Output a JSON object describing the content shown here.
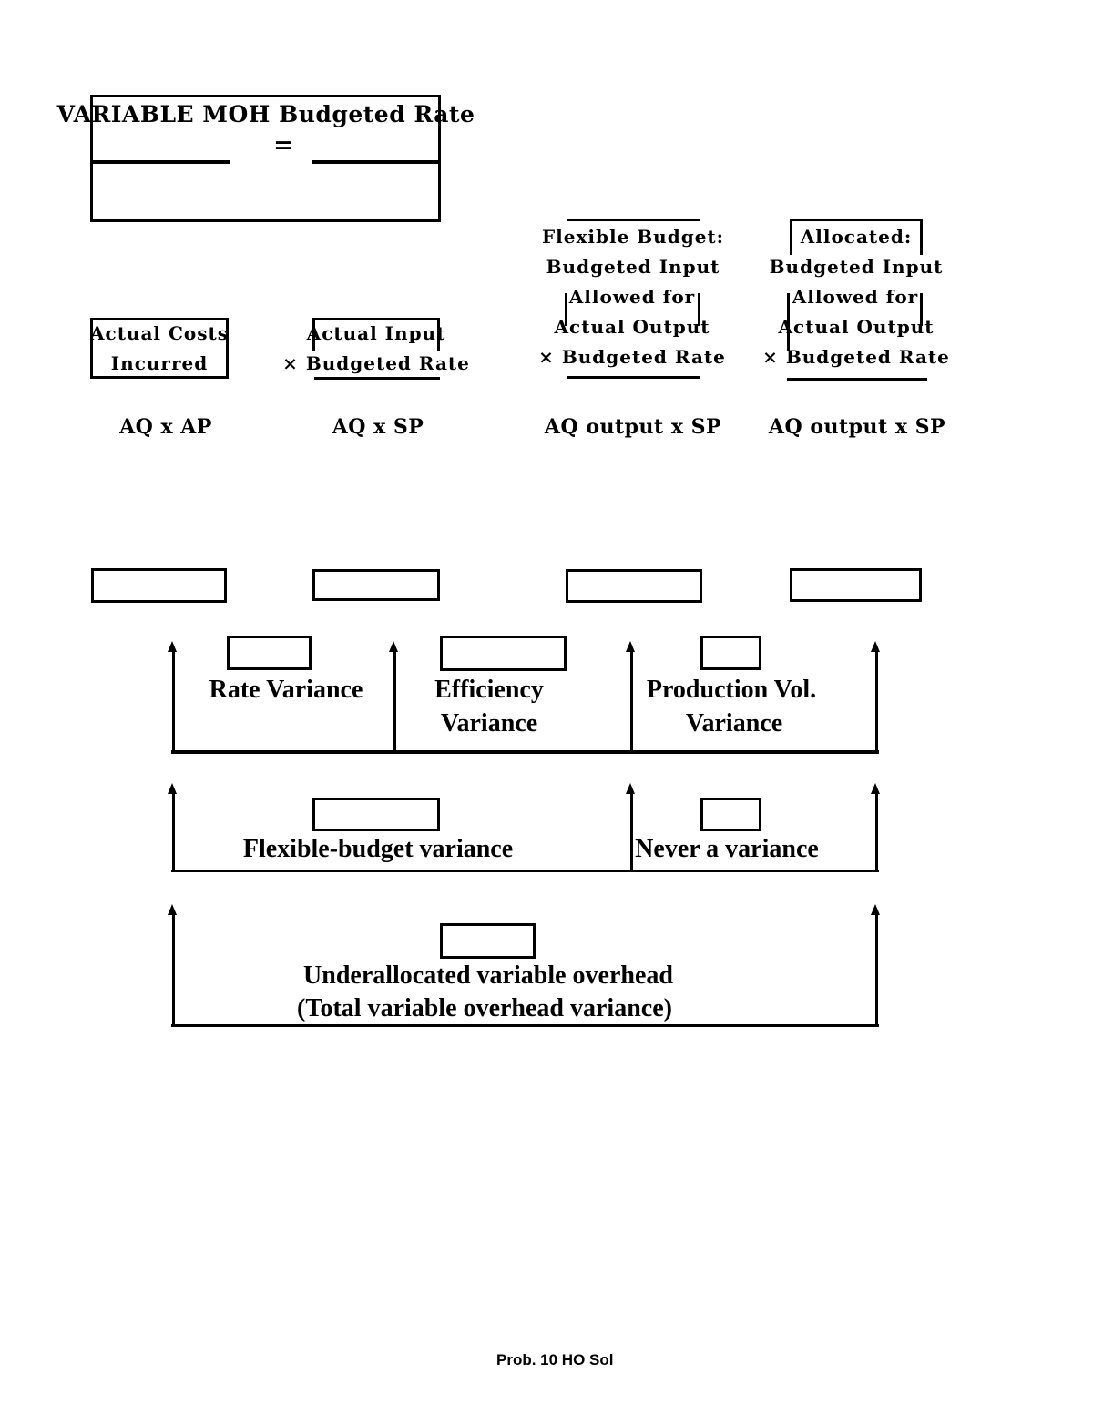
{
  "formula_box": {
    "title": "VARIABLE MOH Budgeted Rate",
    "equals_sign": "="
  },
  "columns": {
    "col1": {
      "box_line1": "Actual Costs",
      "box_line2": "Incurred",
      "formula": "AQ x AP"
    },
    "col2": {
      "box_line1": "Actual Input",
      "box_line2": "× Budgeted Rate",
      "formula": "AQ x SP"
    },
    "col3": {
      "header": "Flexible Budget:",
      "line2": "Budgeted Input",
      "line3": "Allowed for",
      "line4": "Actual Output",
      "line5": "× Budgeted Rate",
      "formula": "AQ output x SP"
    },
    "col4": {
      "header": "Allocated:",
      "line2": "Budgeted Input",
      "line3": "Allowed for",
      "line4": "Actual Output",
      "line5": "× Budgeted Rate",
      "formula": "AQ output x SP"
    }
  },
  "variance_rows": {
    "row1": {
      "rate_label": "Rate Variance",
      "efficiency_line1": "Efficiency",
      "efficiency_line2": "Variance",
      "production_line1": "Production Vol.",
      "production_line2": "Variance"
    },
    "row2": {
      "flexible_label": "Flexible-budget variance",
      "never_label": "Never a variance"
    },
    "row3": {
      "line1": "Underallocated variable overhead",
      "line2": "(Total variable overhead variance)"
    }
  },
  "footer": "Prob. 10 HO Sol",
  "colors": {
    "ink": "#000000",
    "paper": "#ffffff"
  }
}
